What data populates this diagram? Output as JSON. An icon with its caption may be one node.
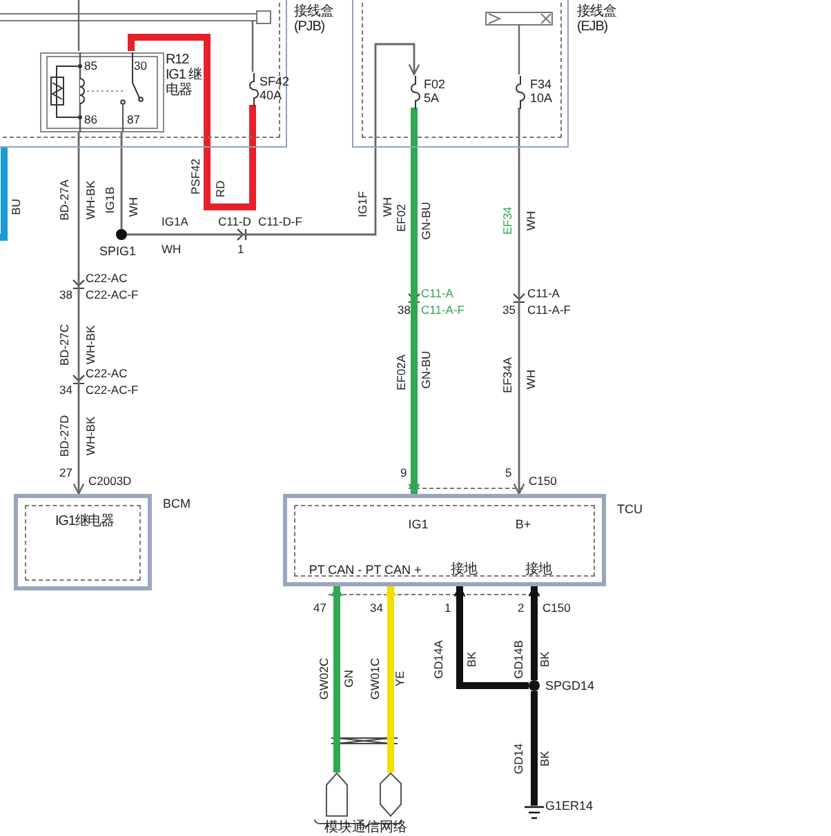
{
  "diagram": {
    "nodes": [
      {
        "text": [
          "接线盒 (PJB)"
        ]
      },
      {
        "text": [
          "R12 IG1 继电器"
        ],
        "in": 0
      },
      {
        "text": [
          "SF42 40A"
        ],
        "in": 0
      },
      {
        "text": [
          "接线盒 (EJB)"
        ]
      },
      {
        "text": [
          "F02 5A"
        ],
        "in": 3
      },
      {
        "text": [
          "F34 10A"
        ],
        "in": 3
      },
      {
        "text": [],
        "shape": "circle",
        "beside": [
          "SPIG1"
        ]
      },
      {
        "text": [
          "BCM",
          "IG1继电器"
        ]
      },
      {
        "text": [
          "TCU",
          "IG1",
          "B+",
          "PT CAN -",
          "PT CAN +",
          "接地",
          "接地"
        ]
      },
      {
        "text": [],
        "shape": "circle",
        "beside": [
          "SPGD14"
        ]
      },
      {
        "text": [],
        "shape": "ground",
        "beside": [
          "G1ER14"
        ]
      },
      {
        "text": [],
        "shape": "pentagon"
      },
      {
        "text": [],
        "shape": "hexagon"
      }
    ],
    "edges": [
      {
        "from": 0,
        "to": null,
        "arrow": "none",
        "color": "#1a9ad7"
      },
      {
        "from": 1,
        "to": 6,
        "arrow": "none"
      },
      {
        "from": 6,
        "to": 4,
        "arrow": "to"
      },
      {
        "from": 1,
        "to": 7,
        "arrow": "to"
      },
      {
        "from": 2,
        "to": 1,
        "arrow": "none",
        "color": "#e8202a"
      },
      {
        "from": 4,
        "to": 8,
        "arrow": "to",
        "color": "#2fa84f"
      },
      {
        "from": 5,
        "to": 8,
        "arrow": "to"
      },
      {
        "from": 11,
        "to": 8,
        "arrow": "to",
        "color": "#2fa84f"
      },
      {
        "from": 12,
        "to": 8,
        "arrow": "to",
        "color": "#f0e000"
      },
      {
        "from": 9,
        "to": 8,
        "arrow": "to",
        "color": "#111111"
      },
      {
        "from": 9,
        "to": 8,
        "arrow": "to",
        "color": "#111111"
      },
      {
        "from": 9,
        "to": 10,
        "arrow": "none",
        "color": "#111111"
      }
    ],
    "labels": [
      "85",
      "30",
      "86",
      "87",
      "BU",
      "BD-27A",
      "WH-BK",
      "IG1B",
      "WH",
      "PSF42",
      "RD",
      "IG1F",
      "WH",
      "EF02",
      "GN-BU",
      "EF34",
      "WH",
      "IG1A",
      "C11-D",
      "C11-D-F",
      "WH",
      "1",
      "C22-AC",
      "38",
      "C22-AC-F",
      "C11-A",
      "38",
      "C11-A-F",
      "C11-A",
      "35",
      "C11-A-F",
      "BD-27C",
      "WH-BK",
      "EF02A",
      "GN-BU",
      "EF34A",
      "WH",
      "C22-AC",
      "34",
      "C22-AC-F",
      "BD-27D",
      "WH-BK",
      "27",
      "C2003D",
      "9",
      "5",
      "C150",
      "47",
      "34",
      "1",
      "2",
      "C150",
      "GW02C",
      "GN",
      "GW01C",
      "YE",
      "GD14A",
      "BK",
      "GD14B",
      "BK",
      "GD14",
      "BK",
      "模块通信网络"
    ]
  }
}
